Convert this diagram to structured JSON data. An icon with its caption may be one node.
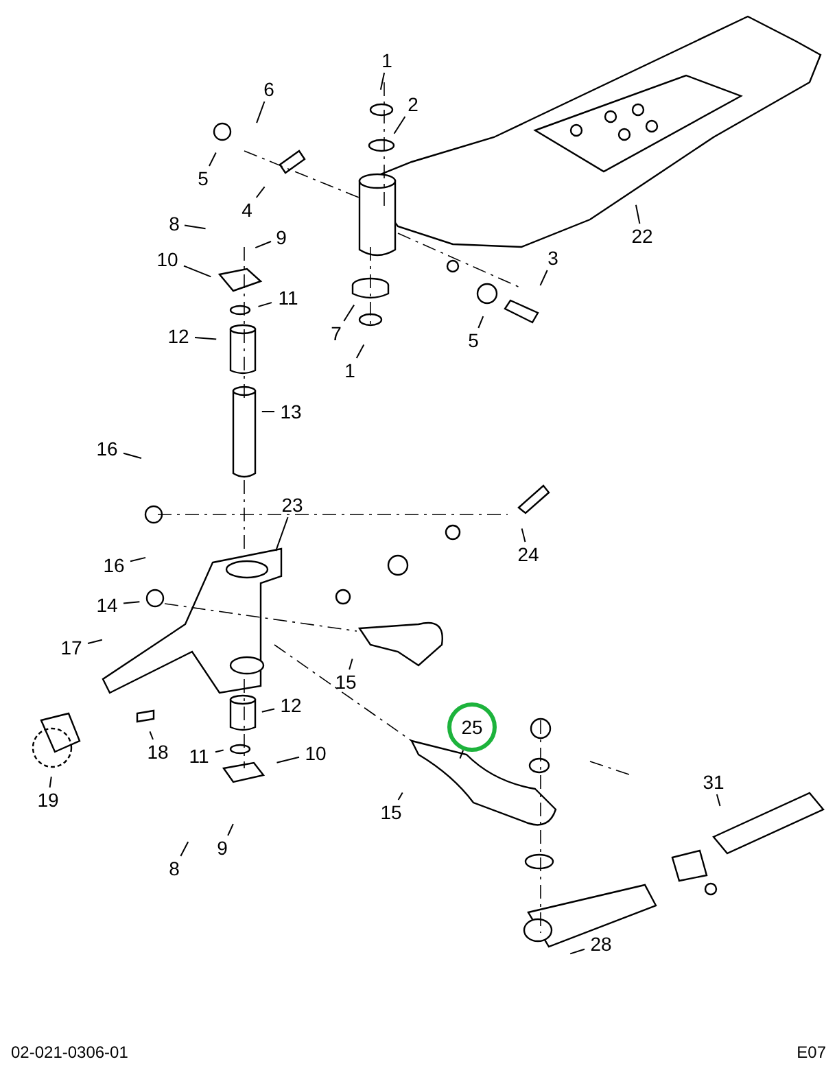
{
  "diagram": {
    "nodes": [
      {
        "text": [
          "1"
        ]
      },
      {
        "text": [
          "2"
        ]
      },
      {
        "text": [
          "6"
        ]
      },
      {
        "text": [
          "5"
        ]
      },
      {
        "text": [
          "4"
        ]
      },
      {
        "text": [
          "8"
        ]
      },
      {
        "text": [
          "9"
        ]
      },
      {
        "text": [
          "10"
        ]
      },
      {
        "text": [
          "11"
        ]
      },
      {
        "text": [
          "12"
        ]
      },
      {
        "text": [
          "13"
        ]
      },
      {
        "text": [
          "16"
        ]
      },
      {
        "text": [
          "23"
        ]
      },
      {
        "text": [
          "24"
        ]
      },
      {
        "text": [
          "16"
        ]
      },
      {
        "text": [
          "14"
        ]
      },
      {
        "text": [
          "17"
        ]
      },
      {
        "text": [
          "15"
        ]
      },
      {
        "text": [
          "12"
        ]
      },
      {
        "text": [
          "18"
        ]
      },
      {
        "text": [
          "11"
        ]
      },
      {
        "text": [
          "10"
        ]
      },
      {
        "text": [
          "19"
        ]
      },
      {
        "text": [
          "25"
        ]
      },
      {
        "text": [
          "15"
        ]
      },
      {
        "text": [
          "31"
        ]
      },
      {
        "text": [
          "8"
        ]
      },
      {
        "text": [
          "9"
        ]
      },
      {
        "text": [
          "28"
        ]
      },
      {
        "text": [
          "3"
        ]
      },
      {
        "text": [
          "5"
        ]
      },
      {
        "text": [
          "7"
        ]
      },
      {
        "text": [
          "1"
        ]
      },
      {
        "text": [
          "22"
        ]
      }
    ],
    "edges": [
      {
        "from": 0,
        "to": null,
        "arrow": "none"
      },
      {
        "from": 1,
        "to": null,
        "arrow": "none"
      },
      {
        "from": 2,
        "to": null,
        "arrow": "none"
      },
      {
        "from": 3,
        "to": null,
        "arrow": "none"
      },
      {
        "from": 4,
        "to": null,
        "arrow": "none"
      },
      {
        "from": 5,
        "to": null,
        "arrow": "none"
      },
      {
        "from": 6,
        "to": null,
        "arrow": "none"
      },
      {
        "from": 7,
        "to": null,
        "arrow": "none"
      },
      {
        "from": 8,
        "to": null,
        "arrow": "none"
      },
      {
        "from": 9,
        "to": null,
        "arrow": "none"
      },
      {
        "from": 10,
        "to": null,
        "arrow": "none"
      },
      {
        "from": 11,
        "to": null,
        "arrow": "none"
      },
      {
        "from": 12,
        "to": null,
        "arrow": "none"
      },
      {
        "from": 13,
        "to": null,
        "arrow": "none"
      },
      {
        "from": 14,
        "to": null,
        "arrow": "none"
      },
      {
        "from": 15,
        "to": null,
        "arrow": "none"
      },
      {
        "from": 16,
        "to": null,
        "arrow": "none"
      },
      {
        "from": 17,
        "to": null,
        "arrow": "none"
      },
      {
        "from": 18,
        "to": null,
        "arrow": "none"
      },
      {
        "from": 19,
        "to": null,
        "arrow": "none"
      },
      {
        "from": 20,
        "to": null,
        "arrow": "none"
      },
      {
        "from": 21,
        "to": null,
        "arrow": "none"
      },
      {
        "from": 22,
        "to": null,
        "arrow": "none"
      },
      {
        "from": 23,
        "to": null,
        "arrow": "none"
      },
      {
        "from": 24,
        "to": null,
        "arrow": "none"
      },
      {
        "from": 25,
        "to": null,
        "arrow": "none"
      },
      {
        "from": 26,
        "to": null,
        "arrow": "none"
      },
      {
        "from": 27,
        "to": null,
        "arrow": "none"
      },
      {
        "from": 28,
        "to": null,
        "arrow": "none"
      },
      {
        "from": 29,
        "to": null,
        "arrow": "none"
      },
      {
        "from": 30,
        "to": null,
        "arrow": "none"
      },
      {
        "from": 31,
        "to": null,
        "arrow": "none"
      },
      {
        "from": 32,
        "to": null,
        "arrow": "none"
      },
      {
        "from": 33,
        "to": null,
        "arrow": "none"
      }
    ],
    "labels": [
      "02-021-0306-01",
      "E07"
    ]
  }
}
